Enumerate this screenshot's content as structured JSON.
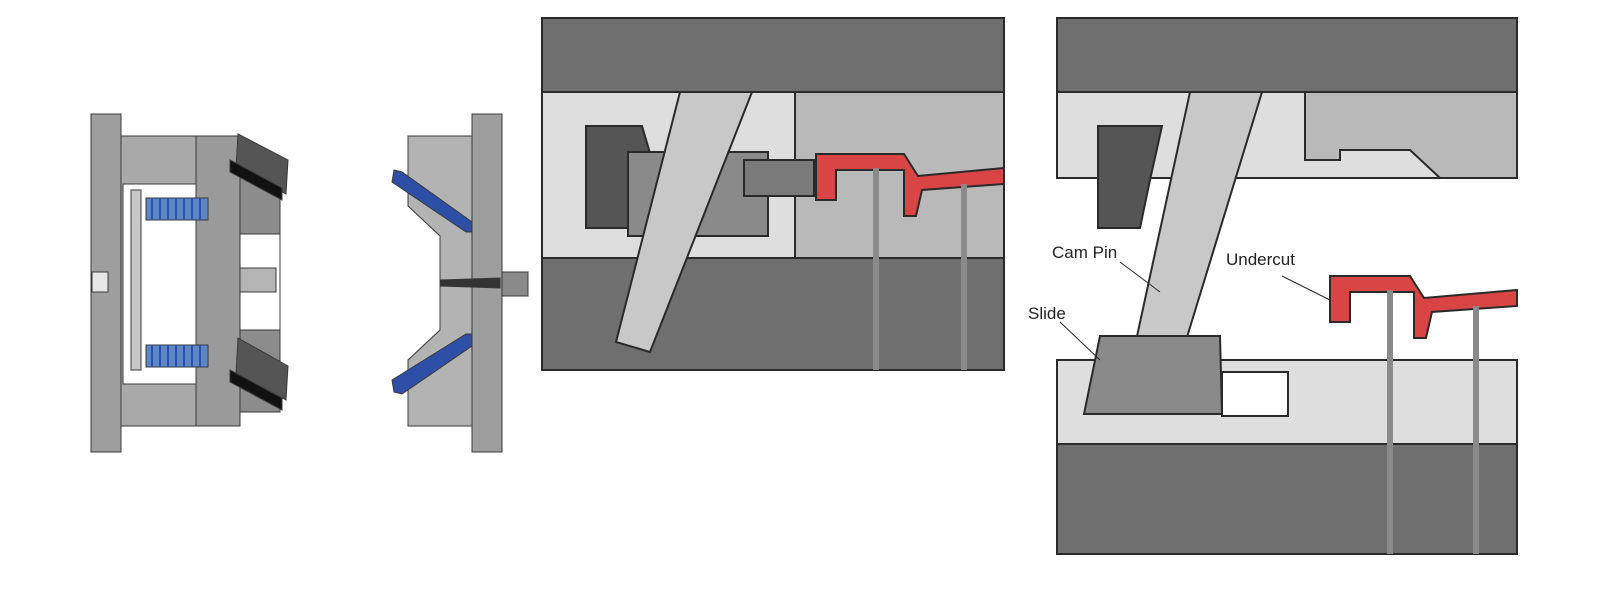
{
  "labels": {
    "cam_pin": "Cam Pin",
    "undercut": "Undercut",
    "slide": "Slide"
  },
  "colors": {
    "background": "#ffffff",
    "plate_dark": "#6f6f6f",
    "plate_mid": "#8a8a8a",
    "plate_light": "#b9b9b9",
    "plate_pale": "#dedede",
    "part_red": "#d94545",
    "lifter_blue": "#2e4fa8",
    "spring_blue": "#5c87c7",
    "outline": "#2a2a2a"
  }
}
